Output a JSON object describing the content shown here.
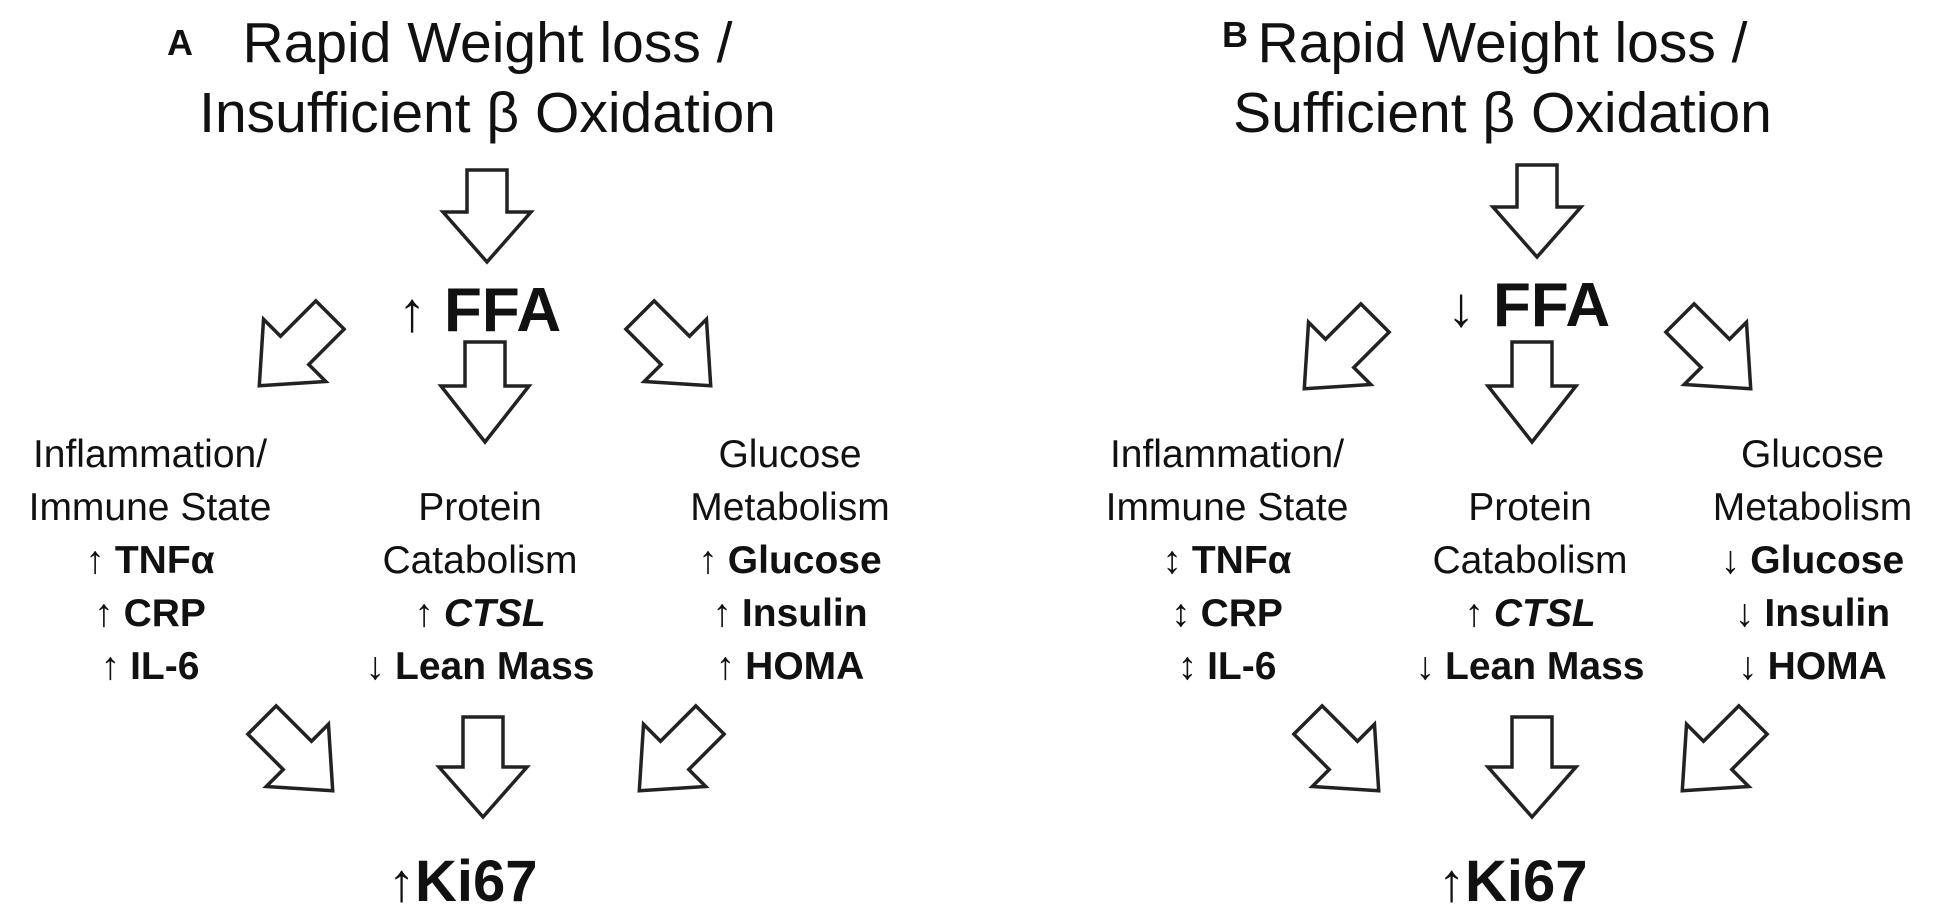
{
  "panels": [
    {
      "letter": "A",
      "title_line1": "Rapid Weight loss /",
      "title_line2": "Insufficient β Oxidation",
      "ffa_arrow": "↑",
      "ffa_label": "FFA",
      "inflammation": {
        "heading_line1": "Inflammation/",
        "heading_line2": "Immune State",
        "items": [
          {
            "sym": "↑",
            "label": "TNFα"
          },
          {
            "sym": "↑",
            "label": "CRP"
          },
          {
            "sym": "↑",
            "label": "IL-6"
          }
        ]
      },
      "protein": {
        "heading_line1": "Protein",
        "heading_line2": "Catabolism",
        "items": [
          {
            "sym": "↑",
            "label": "CTSL"
          },
          {
            "sym": "↓",
            "label": "Lean Mass"
          }
        ]
      },
      "glucose": {
        "heading_line1": "Glucose",
        "heading_line2": "Metabolism",
        "items": [
          {
            "sym": "↑",
            "label": "Glucose"
          },
          {
            "sym": "↑",
            "label": "Insulin"
          },
          {
            "sym": "↑",
            "label": "HOMA"
          }
        ]
      },
      "ki_arrow": "↑",
      "ki_label": "Ki67"
    },
    {
      "letter": "B",
      "title_line1": "Rapid Weight loss /",
      "title_line2": "Sufficient β Oxidation",
      "ffa_arrow": "↓",
      "ffa_label": "FFA",
      "inflammation": {
        "heading_line1": "Inflammation/",
        "heading_line2": "Immune State",
        "items": [
          {
            "sym": "↕",
            "label": "TNFα"
          },
          {
            "sym": "↕",
            "label": "CRP"
          },
          {
            "sym": "↕",
            "label": "IL-6"
          }
        ]
      },
      "protein": {
        "heading_line1": "Protein",
        "heading_line2": "Catabolism",
        "items": [
          {
            "sym": "↑",
            "label": "CTSL"
          },
          {
            "sym": "↓",
            "label": "Lean Mass"
          }
        ]
      },
      "glucose": {
        "heading_line1": "Glucose",
        "heading_line2": "Metabolism",
        "items": [
          {
            "sym": "↓",
            "label": "Glucose"
          },
          {
            "sym": "↓",
            "label": "Insulin"
          },
          {
            "sym": "↓",
            "label": "HOMA"
          }
        ]
      },
      "ki_arrow": "↑",
      "ki_label": "Ki67"
    }
  ]
}
